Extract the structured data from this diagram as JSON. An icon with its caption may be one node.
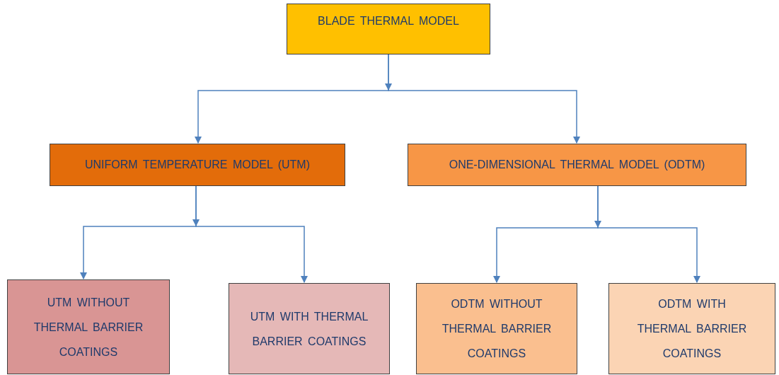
{
  "diagram": {
    "nodes": [
      {
        "text": [
          "BLADE THERMAL MODEL"
        ]
      },
      {
        "text": [
          "UNIFORM TEMPERATURE MODEL (UTM)"
        ]
      },
      {
        "text": [
          "ONE-DIMENSIONAL THERMAL MODEL (ODTM)"
        ]
      },
      {
        "text": [
          "UTM WITHOUT THERMAL BARRIER COATINGS"
        ]
      },
      {
        "text": [
          "UTM WITH THERMAL BARRIER COATINGS"
        ]
      },
      {
        "text": [
          "ODTM WITHOUT THERMAL BARRIER COATINGS"
        ]
      },
      {
        "text": [
          "ODTM WITH THERMAL BARRIER COATINGS"
        ]
      }
    ],
    "edges": [
      {
        "from": 0,
        "to": 1,
        "arrow": "to"
      },
      {
        "from": 0,
        "to": 2,
        "arrow": "to"
      },
      {
        "from": 1,
        "to": 3,
        "arrow": "to"
      },
      {
        "from": 1,
        "to": 4,
        "arrow": "to"
      },
      {
        "from": 2,
        "to": 5,
        "arrow": "to"
      },
      {
        "from": 2,
        "to": 6,
        "arrow": "to"
      }
    ]
  }
}
